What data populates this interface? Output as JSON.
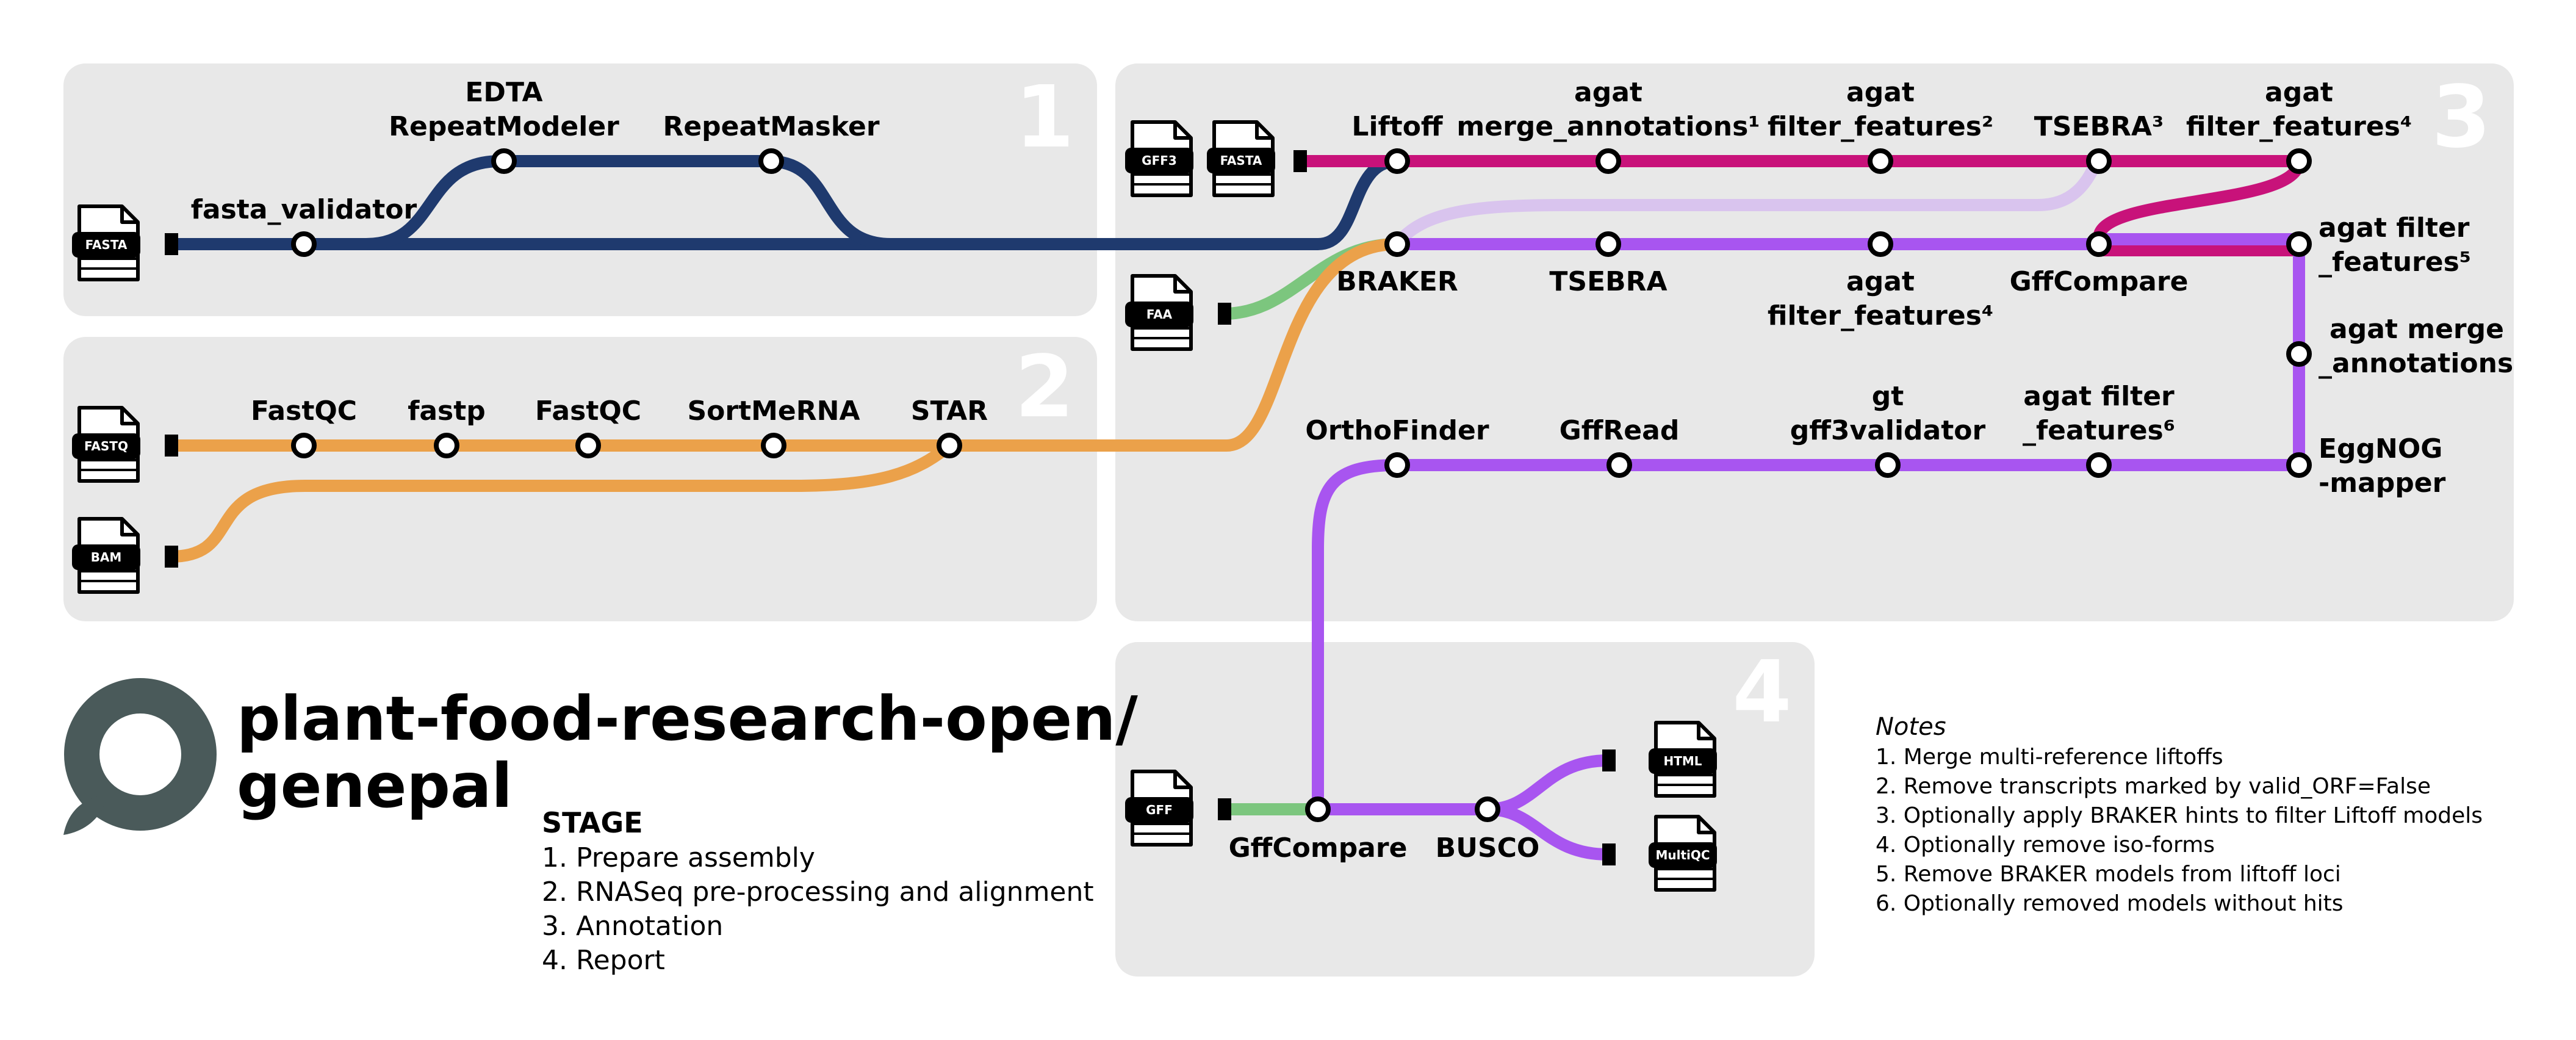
{
  "colors": {
    "navy": "#1f3a6e",
    "orange": "#eba14a",
    "magenta": "#c8127a",
    "purple": "#a855f0",
    "lavender": "#d9c4ee",
    "green": "#7cc67e",
    "logo": "#4a5a5a",
    "section_bg": "#e8e8e8"
  },
  "title": {
    "line1": "plant-food-research-open/",
    "line2": "genepal"
  },
  "sections": [
    "1",
    "2",
    "3",
    "4"
  ],
  "stage_legend": {
    "heading": "STAGE",
    "items": [
      "1. Prepare assembly",
      "2. RNASeq pre-processing and alignment",
      "3. Annotation",
      "4. Report"
    ]
  },
  "notes": {
    "heading": "Notes",
    "items": [
      "1. Merge multi-reference liftoffs",
      "2. Remove transcripts marked by valid_ORF=False",
      "3. Optionally apply BRAKER hints to filter Liftoff models",
      "4. Optionally remove iso-forms",
      "5. Remove BRAKER models from liftoff loci",
      "6. Optionally removed models without hits"
    ]
  },
  "files": {
    "fasta1": "FASTA",
    "fastq": "FASTQ",
    "bam": "BAM",
    "gff3": "GFF3",
    "fasta3": "FASTA",
    "faa": "FAA",
    "gff": "GFF",
    "html": "HTML",
    "multiqc": "MultiQC"
  },
  "labels": {
    "fasta_validator": "fasta_validator",
    "edta_1": "EDTA",
    "edta_2": "RepeatModeler",
    "repeatmasker": "RepeatMasker",
    "fastqc1": "FastQC",
    "fastp": "fastp",
    "fastqc2": "FastQC",
    "sortmerna": "SortMeRNA",
    "star": "STAR",
    "liftoff": "Liftoff",
    "merge_1": "agat",
    "merge_2": "merge_annotations¹",
    "filter2_1": "agat",
    "filter2_2": "filter_features²",
    "tsebra3": "TSEBRA³",
    "filter4top_1": "agat",
    "filter4top_2": "filter_features⁴",
    "braker": "BRAKER",
    "tsebra": "TSEBRA",
    "filter4mid_1": "agat",
    "filter4mid_2": "filter_features⁴",
    "gffcompare3": "GffCompare",
    "filter5_1": "agat filter",
    "filter5_2": "_features⁵",
    "mergeann_1": "agat merge",
    "mergeann_2": "_annotations",
    "eggnog_1": "EggNOG",
    "eggnog_2": "-mapper",
    "orthofinder": "OrthoFinder",
    "gffread": "GffRead",
    "gt_1": "gt",
    "gt_2": "gff3validator",
    "filter6_1": "agat filter",
    "filter6_2": "_features⁶",
    "gffcompare4": "GffCompare",
    "busco": "BUSCO"
  }
}
